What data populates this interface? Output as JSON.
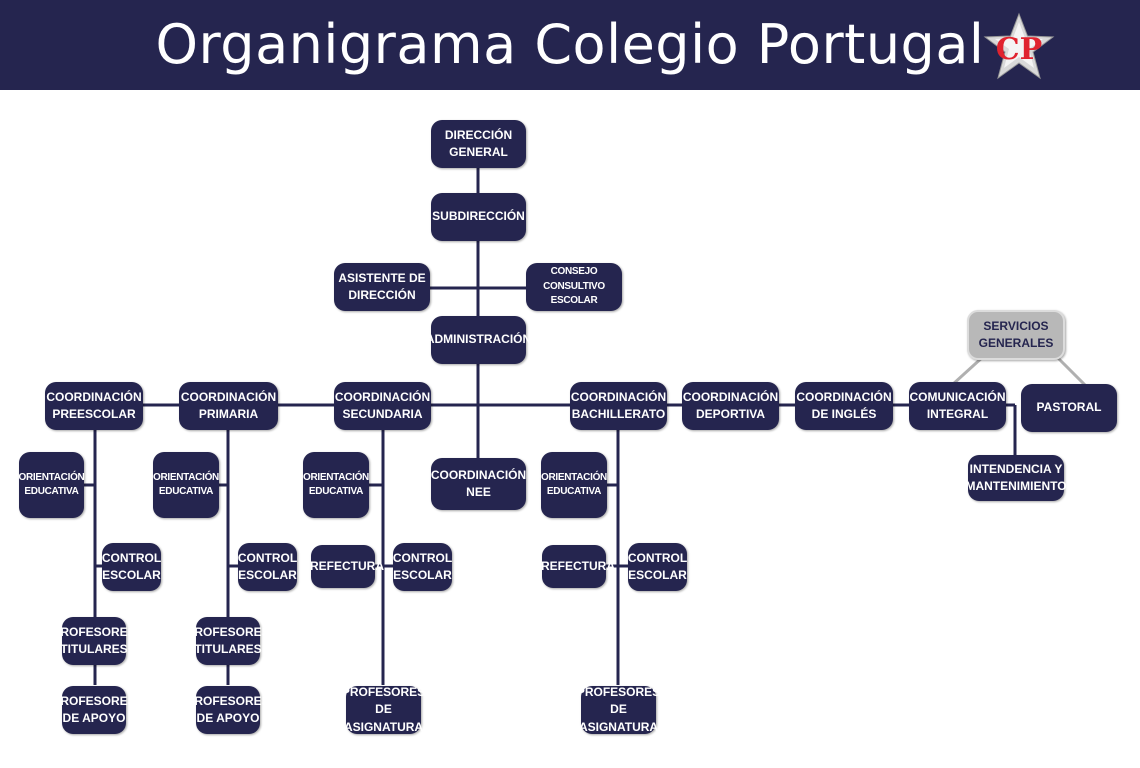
{
  "header": {
    "title": "Organigrama Colegio Portugal",
    "logo_text": "CP"
  },
  "colors": {
    "navy": "#25254f",
    "gray": "#b8b8b8",
    "logo_red": "#e0232f"
  },
  "nodes": {
    "direccion_general": "DIRECCIÓN\nGENERAL",
    "subdireccion": "SUBDIRECCIÓN",
    "asistente": "ASISTENTE DE\nDIRECCIÓN",
    "consejo": "CONSEJO CONSULTIVO\nESCOLAR",
    "administracion": "ADMINISTRACIÓN",
    "coord_preescolar": "COORDINACIÓN\nPREESCOLAR",
    "coord_primaria": "COORDINACIÓN\nPRIMARIA",
    "coord_secundaria": "COORDINACIÓN\nSECUNDARIA",
    "coord_nee": "COORDINACIÓN\nNEE",
    "coord_bachillerato": "COORDINACIÓN\nBACHILLERATO",
    "coord_deportiva": "COORDINACIÓN\nDEPORTIVA",
    "coord_ingles": "COORDINACIÓN\nDE INGLÉS",
    "comunicacion": "COMUNICACIÓN\nINTEGRAL",
    "pastoral": "PASTORAL",
    "servicios": "SERVICIOS\nGENERALES",
    "intendencia": "INTENDENCIA Y\nMANTENIMIENTO",
    "orient_pre": "ORIENTACIÓN\nEDUCATIVA",
    "orient_pri": "ORIENTACIÓN\nEDUCATIVA",
    "orient_sec": "ORIENTACIÓN\nEDUCATIVA",
    "orient_bach": "ORIENTACIÓN\nEDUCATIVA",
    "control_pre": "CONTROL\nESCOLAR",
    "control_pri": "CONTROL\nESCOLAR",
    "control_sec": "CONTROL\nESCOLAR",
    "control_bach": "CONTROL\nESCOLAR",
    "prefectura_sec": "PREFECTURA",
    "prefectura_bach": "PREFECTURA",
    "prof_tit_pre": "PROFESORES\nTITULARES",
    "prof_tit_pri": "PROFESORES\nTITULARES",
    "prof_apoyo_pre": "PROFESORES\nDE APOYO",
    "prof_apoyo_pri": "PROFESORES\nDE APOYO",
    "prof_asig_sec": "PROFESORES\nDE ASIGNATURA",
    "prof_asig_bach": "PROFESORES\nDE ASIGNATURA"
  }
}
